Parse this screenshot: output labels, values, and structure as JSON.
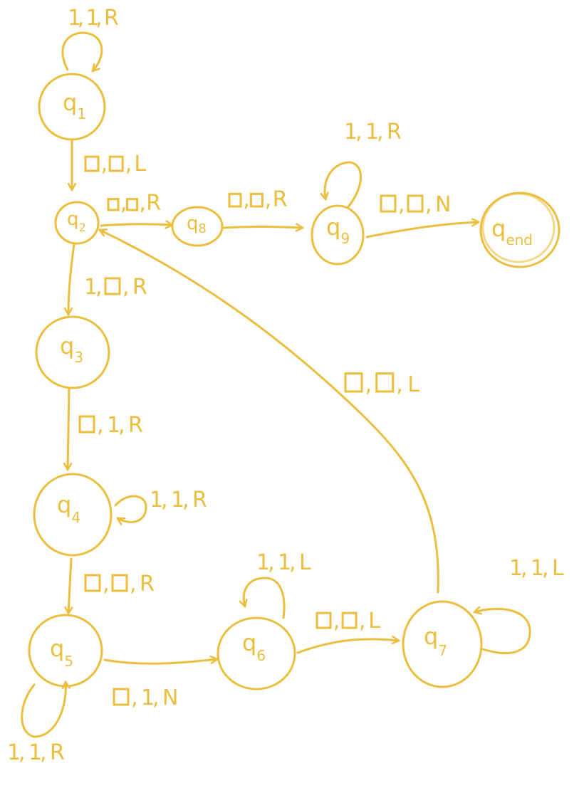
{
  "diagram": {
    "color": "#EBBE3E",
    "blank_symbol": "□",
    "states": [
      {
        "id": "q1",
        "letter": "q",
        "subscript": "1"
      },
      {
        "id": "q2",
        "letter": "q",
        "subscript": "2"
      },
      {
        "id": "q3",
        "letter": "q",
        "subscript": "3"
      },
      {
        "id": "q4",
        "letter": "q",
        "subscript": "4"
      },
      {
        "id": "q5",
        "letter": "q",
        "subscript": "5"
      },
      {
        "id": "q6",
        "letter": "q",
        "subscript": "6"
      },
      {
        "id": "q7",
        "letter": "q",
        "subscript": "7"
      },
      {
        "id": "q8",
        "letter": "q",
        "subscript": "8"
      },
      {
        "id": "q9",
        "letter": "q",
        "subscript": "9"
      },
      {
        "id": "qend",
        "letter": "q",
        "subscript": "end"
      }
    ],
    "transitions": [
      {
        "id": "t1",
        "from": "q1",
        "to": "q1",
        "read": "1",
        "write": "1",
        "move": "R"
      },
      {
        "id": "t2",
        "from": "q1",
        "to": "q2",
        "read": "□",
        "write": "□",
        "move": "L"
      },
      {
        "id": "t3",
        "from": "q2",
        "to": "q8",
        "read": "□",
        "write": "□",
        "move": "R"
      },
      {
        "id": "t4",
        "from": "q8",
        "to": "q9",
        "read": "□",
        "write": "□",
        "move": "R"
      },
      {
        "id": "t5",
        "from": "q9",
        "to": "q9",
        "read": "1",
        "write": "1",
        "move": "R"
      },
      {
        "id": "t6",
        "from": "q9",
        "to": "qend",
        "read": "□",
        "write": "□",
        "move": "N"
      },
      {
        "id": "t7",
        "from": "q2",
        "to": "q3",
        "read": "1",
        "write": "□",
        "move": "R"
      },
      {
        "id": "t8",
        "from": "q3",
        "to": "q4",
        "read": "□",
        "write": "1",
        "move": "R"
      },
      {
        "id": "t9",
        "from": "q4",
        "to": "q4",
        "read": "1",
        "write": "1",
        "move": "R"
      },
      {
        "id": "t10",
        "from": "q4",
        "to": "q5",
        "read": "□",
        "write": "□",
        "move": "R"
      },
      {
        "id": "t11",
        "from": "q5",
        "to": "q5",
        "read": "1",
        "write": "1",
        "move": "R"
      },
      {
        "id": "t12",
        "from": "q5",
        "to": "q6",
        "read": "□",
        "write": "1",
        "move": "N"
      },
      {
        "id": "t13",
        "from": "q6",
        "to": "q6",
        "read": "1",
        "write": "1",
        "move": "L"
      },
      {
        "id": "t14",
        "from": "q6",
        "to": "q7",
        "read": "□",
        "write": "□",
        "move": "L"
      },
      {
        "id": "t15",
        "from": "q7",
        "to": "q7",
        "read": "1",
        "write": "1",
        "move": "L"
      },
      {
        "id": "t16",
        "from": "q7",
        "to": "q2",
        "read": "□",
        "write": "□",
        "move": "L"
      }
    ]
  }
}
